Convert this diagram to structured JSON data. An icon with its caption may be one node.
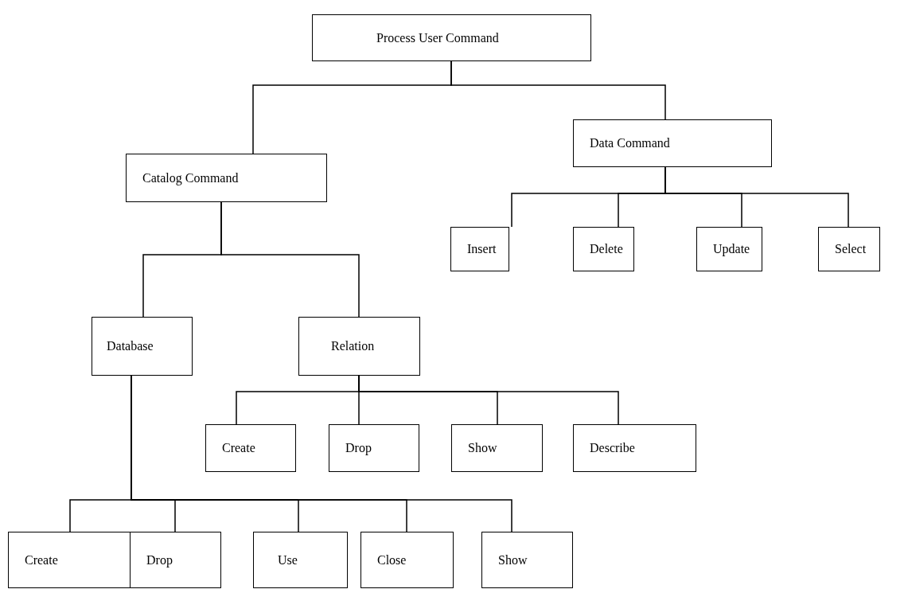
{
  "diagram": {
    "nodes": [
      {
        "text": [
          "Process User Command"
        ]
      },
      {
        "text": [
          "Data Command"
        ]
      },
      {
        "text": [
          "Catalog Command"
        ]
      },
      {
        "text": [
          "Insert"
        ]
      },
      {
        "text": [
          "Delete"
        ]
      },
      {
        "text": [
          "Update"
        ]
      },
      {
        "text": [
          "Select"
        ]
      },
      {
        "text": [
          "Database"
        ]
      },
      {
        "text": [
          "Relation"
        ]
      },
      {
        "text": [
          "Create"
        ]
      },
      {
        "text": [
          "Drop"
        ]
      },
      {
        "text": [
          "Show"
        ]
      },
      {
        "text": [
          "Describe"
        ]
      },
      {
        "text": [
          "Create"
        ]
      },
      {
        "text": [
          "Drop"
        ]
      },
      {
        "text": [
          "Use"
        ]
      },
      {
        "text": [
          "Close"
        ]
      },
      {
        "text": [
          "Show"
        ]
      }
    ],
    "edges": [
      {
        "from": 0,
        "to": 2,
        "arrow": "none"
      },
      {
        "from": 0,
        "to": 1,
        "arrow": "none"
      },
      {
        "from": 1,
        "to": 3,
        "arrow": "none"
      },
      {
        "from": 1,
        "to": 4,
        "arrow": "none"
      },
      {
        "from": 1,
        "to": 5,
        "arrow": "none"
      },
      {
        "from": 1,
        "to": 6,
        "arrow": "none"
      },
      {
        "from": 2,
        "to": 7,
        "arrow": "none"
      },
      {
        "from": 2,
        "to": 8,
        "arrow": "none"
      },
      {
        "from": 8,
        "to": 9,
        "arrow": "none"
      },
      {
        "from": 8,
        "to": 10,
        "arrow": "none"
      },
      {
        "from": 8,
        "to": 11,
        "arrow": "none"
      },
      {
        "from": 8,
        "to": 12,
        "arrow": "none"
      },
      {
        "from": 7,
        "to": 13,
        "arrow": "none"
      },
      {
        "from": 7,
        "to": 14,
        "arrow": "none"
      },
      {
        "from": 7,
        "to": 15,
        "arrow": "none"
      },
      {
        "from": 7,
        "to": 16,
        "arrow": "none"
      },
      {
        "from": 7,
        "to": 17,
        "arrow": "none"
      }
    ]
  }
}
